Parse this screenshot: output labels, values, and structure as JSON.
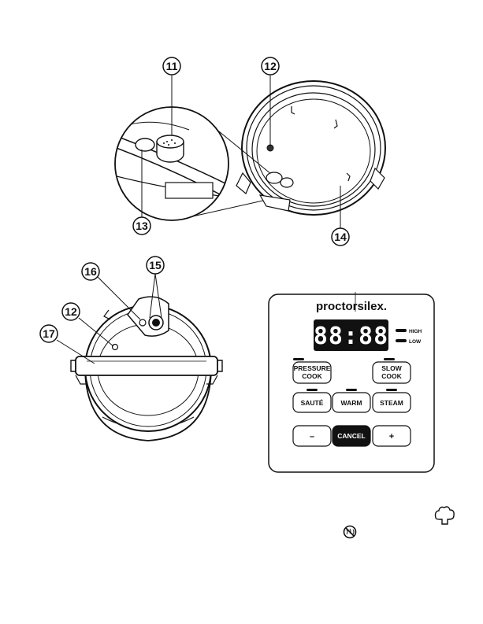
{
  "callouts": {
    "c11": "11",
    "c12a": "12",
    "c13": "13",
    "c14": "14",
    "c15": "15",
    "c16": "16",
    "c12b": "12",
    "c17": "17"
  },
  "panel": {
    "brand": "proctorsilex",
    "brand_mark": ".",
    "display": "88:88",
    "indicator_high": "HIGH",
    "indicator_low": "LOW",
    "buttons": {
      "pressure_cook_1": "PRESSURE",
      "pressure_cook_2": "COOK",
      "slow_cook_1": "SLOW",
      "slow_cook_2": "COOK",
      "saute": "SAUTÉ",
      "warm": "WARM",
      "steam": "STEAM",
      "minus": "–",
      "cancel": "CANCEL",
      "plus": "+"
    }
  },
  "icons": [
    "steam-cloud-icon",
    "no-steam-icon"
  ]
}
